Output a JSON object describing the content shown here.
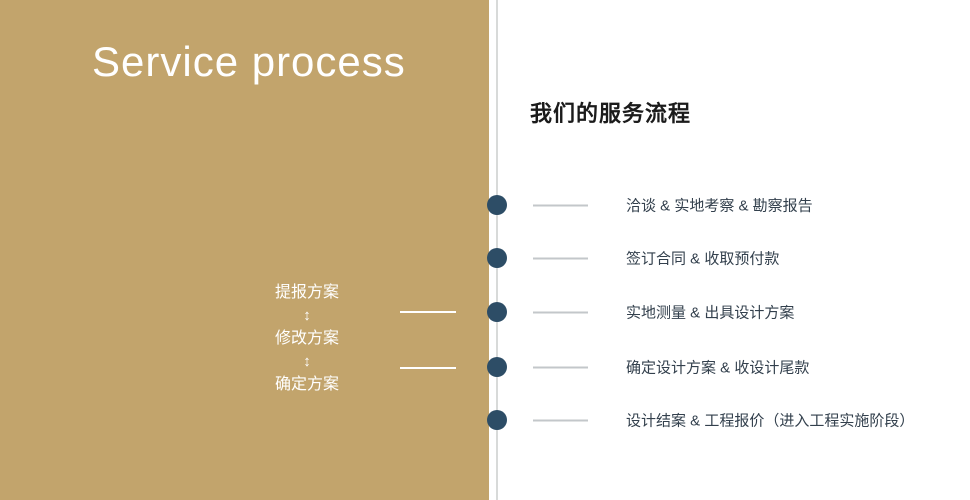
{
  "left": {
    "title": "Service process",
    "arrow": "↕",
    "steps": [
      {
        "label": "提报方案"
      },
      {
        "label": "修改方案"
      },
      {
        "label": "确定方案"
      }
    ]
  },
  "right": {
    "title": "我们的服务流程",
    "rows": [
      {
        "label": "洽谈 & 实地考察 & 勘察报告"
      },
      {
        "label": "签订合同 & 收取预付款"
      },
      {
        "label": "实地测量 & 出具设计方案"
      },
      {
        "label": "确定设计方案 & 收设计尾款"
      },
      {
        "label": "设计结案 & 工程报价（进入工程实施阶段）"
      }
    ]
  },
  "colors": {
    "gold": "#c2a46c",
    "dot": "#2d4d66",
    "line_gray": "#c3c7ca",
    "divider": "#d8dad9",
    "text_dark": "#33404d",
    "heading": "#1b1b1b"
  }
}
